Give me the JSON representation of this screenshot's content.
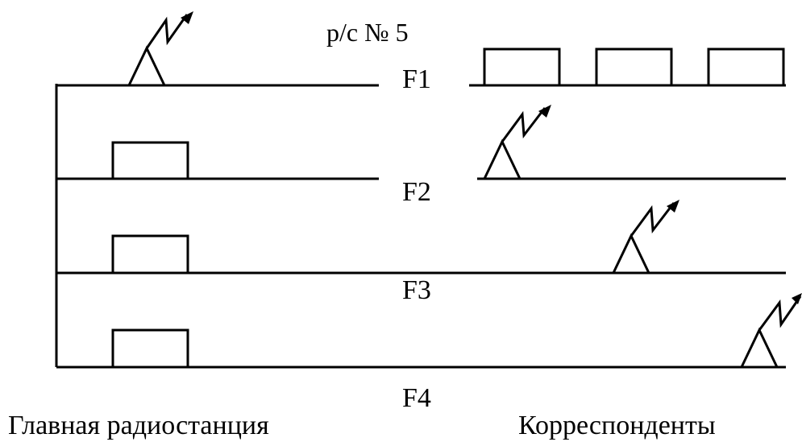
{
  "title": "р/с № 5",
  "frequencies": [
    "F1",
    "F2",
    "F3",
    "F4"
  ],
  "captions": {
    "main_station": "Главная радиостанция",
    "correspondents": "Корреспонденты"
  },
  "stroke_color": "#000000"
}
